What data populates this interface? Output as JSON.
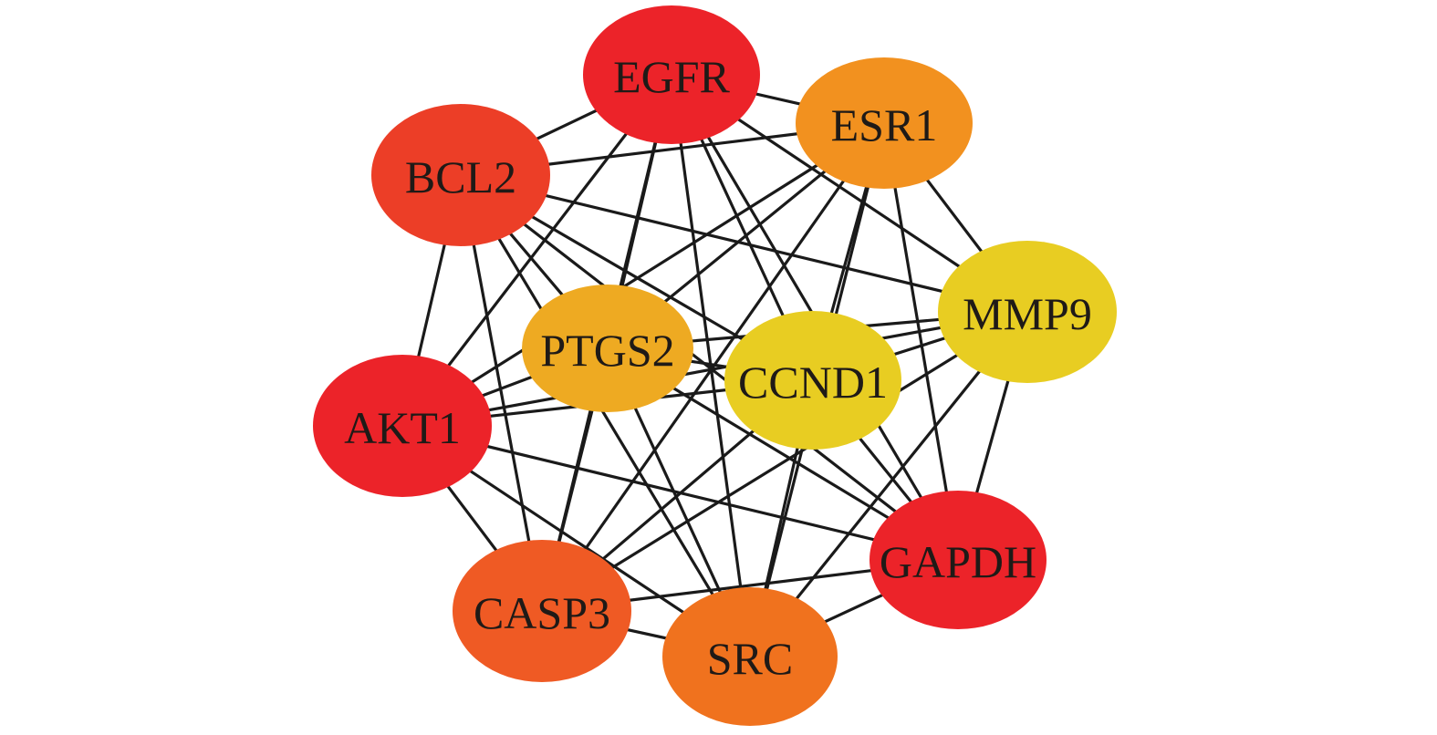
{
  "diagram": {
    "type": "network",
    "colors": {
      "red": "#ec2329",
      "red_orange": "#ec3e27",
      "orange_red": "#ef5a24",
      "orange": "#f0721e",
      "light_orange": "#f2911f",
      "amber": "#eeaa22",
      "yellow": "#e8cd22",
      "edge": "#1a1a1a"
    },
    "nodes": [
      {
        "id": "EGFR",
        "label": "EGFR",
        "color": "#ec2329"
      },
      {
        "id": "ESR1",
        "label": "ESR1",
        "color": "#f2911f"
      },
      {
        "id": "BCL2",
        "label": "BCL2",
        "color": "#ec3e27"
      },
      {
        "id": "MMP9",
        "label": "MMP9",
        "color": "#e8cd22"
      },
      {
        "id": "PTGS2",
        "label": "PTGS2",
        "color": "#eeaa22"
      },
      {
        "id": "CCND1",
        "label": "CCND1",
        "color": "#e8cd22"
      },
      {
        "id": "AKT1",
        "label": "AKT1",
        "color": "#ec2329"
      },
      {
        "id": "GAPDH",
        "label": "GAPDH",
        "color": "#ec2329"
      },
      {
        "id": "CASP3",
        "label": "CASP3",
        "color": "#ef5a24"
      },
      {
        "id": "SRC",
        "label": "SRC",
        "color": "#f0721e"
      }
    ],
    "edges": [
      [
        "EGFR",
        "ESR1"
      ],
      [
        "EGFR",
        "BCL2"
      ],
      [
        "EGFR",
        "MMP9"
      ],
      [
        "EGFR",
        "PTGS2"
      ],
      [
        "EGFR",
        "CCND1"
      ],
      [
        "EGFR",
        "AKT1"
      ],
      [
        "EGFR",
        "GAPDH"
      ],
      [
        "EGFR",
        "CASP3"
      ],
      [
        "EGFR",
        "SRC"
      ],
      [
        "ESR1",
        "BCL2"
      ],
      [
        "ESR1",
        "MMP9"
      ],
      [
        "ESR1",
        "PTGS2"
      ],
      [
        "ESR1",
        "CCND1"
      ],
      [
        "ESR1",
        "AKT1"
      ],
      [
        "ESR1",
        "GAPDH"
      ],
      [
        "ESR1",
        "CASP3"
      ],
      [
        "ESR1",
        "SRC"
      ],
      [
        "BCL2",
        "MMP9"
      ],
      [
        "BCL2",
        "PTGS2"
      ],
      [
        "BCL2",
        "CCND1"
      ],
      [
        "BCL2",
        "AKT1"
      ],
      [
        "BCL2",
        "GAPDH"
      ],
      [
        "BCL2",
        "CASP3"
      ],
      [
        "BCL2",
        "SRC"
      ],
      [
        "MMP9",
        "PTGS2"
      ],
      [
        "MMP9",
        "CCND1"
      ],
      [
        "MMP9",
        "AKT1"
      ],
      [
        "MMP9",
        "GAPDH"
      ],
      [
        "MMP9",
        "CASP3"
      ],
      [
        "MMP9",
        "SRC"
      ],
      [
        "PTGS2",
        "CCND1"
      ],
      [
        "PTGS2",
        "AKT1"
      ],
      [
        "PTGS2",
        "GAPDH"
      ],
      [
        "PTGS2",
        "CASP3"
      ],
      [
        "PTGS2",
        "SRC"
      ],
      [
        "CCND1",
        "AKT1"
      ],
      [
        "CCND1",
        "GAPDH"
      ],
      [
        "CCND1",
        "CASP3"
      ],
      [
        "CCND1",
        "SRC"
      ],
      [
        "AKT1",
        "GAPDH"
      ],
      [
        "AKT1",
        "CASP3"
      ],
      [
        "AKT1",
        "SRC"
      ],
      [
        "GAPDH",
        "CASP3"
      ],
      [
        "GAPDH",
        "SRC"
      ],
      [
        "CASP3",
        "SRC"
      ]
    ]
  }
}
